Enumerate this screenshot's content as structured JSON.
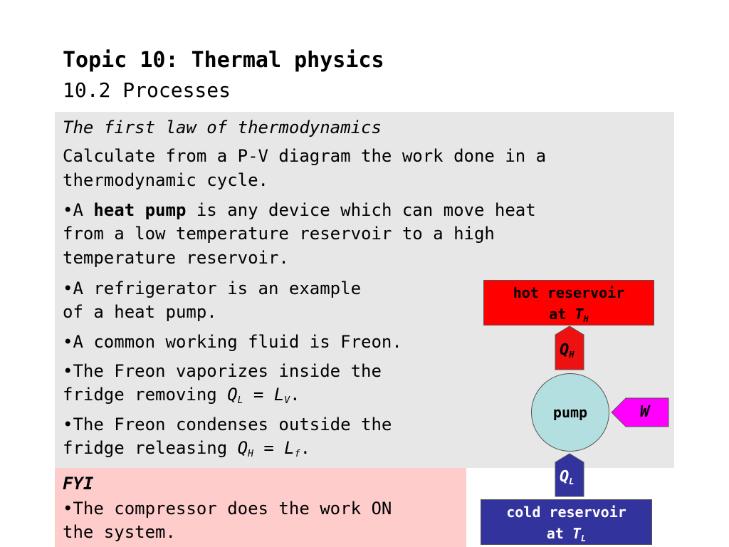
{
  "header": {
    "title": "Topic 10: Thermal physics",
    "subtitle": "10.2 Processes"
  },
  "content": {
    "section_heading": "The first law of thermodynamics",
    "objective_line1": "Calculate from a P-V diagram the work done in a",
    "objective_line2": "thermodynamic cycle.",
    "bullet1": {
      "prefix": "•A ",
      "bold": "heat pump",
      "rest": " is any device which can move heat",
      "line2": "from a low temperature reservoir to a high",
      "line3": "temperature reservoir."
    },
    "bullet2": {
      "line1": "•A refrigerator is an example",
      "line2": "of a heat pump."
    },
    "bullet3": {
      "line1": "•A common working fluid is Freon."
    },
    "bullet4": {
      "line1": "•The Freon vaporizes inside the",
      "line2_pre": "fridge removing ",
      "Q": "Q",
      "Q_sub": "L",
      "eq": " = ",
      "L": "L",
      "L_sub": "V",
      "end": "."
    },
    "bullet5": {
      "line1": "•The Freon condenses outside the",
      "line2_pre": "fridge releasing ",
      "Q": "Q",
      "Q_sub": "H",
      "eq": " = ",
      "L": "L",
      "L_sub": "f",
      "end": "."
    }
  },
  "fyi": {
    "label": "FYI",
    "line1": "•The compressor does the work ON",
    "line2": "the system."
  },
  "diagram": {
    "hot_line1": "hot reservoir",
    "hot_at": "at ",
    "hot_T": "T",
    "hot_T_sub": "H",
    "cold_line1": "cold reservoir",
    "cold_at": "at ",
    "cold_T": "T",
    "cold_T_sub": "L",
    "pump_label": "pump",
    "QH": "Q",
    "QH_sub": "H",
    "QL": "Q",
    "QL_sub": "L",
    "W": "W",
    "colors": {
      "hot": "#ff0000",
      "cold": "#33339e",
      "pump": "#b4dfe0",
      "w_arrow": "#ff00ff",
      "qh_arrow": "#ee1111",
      "ql_arrow": "#33339e",
      "panel": "#e7e7e7",
      "fyi": "#ffcccc"
    }
  }
}
